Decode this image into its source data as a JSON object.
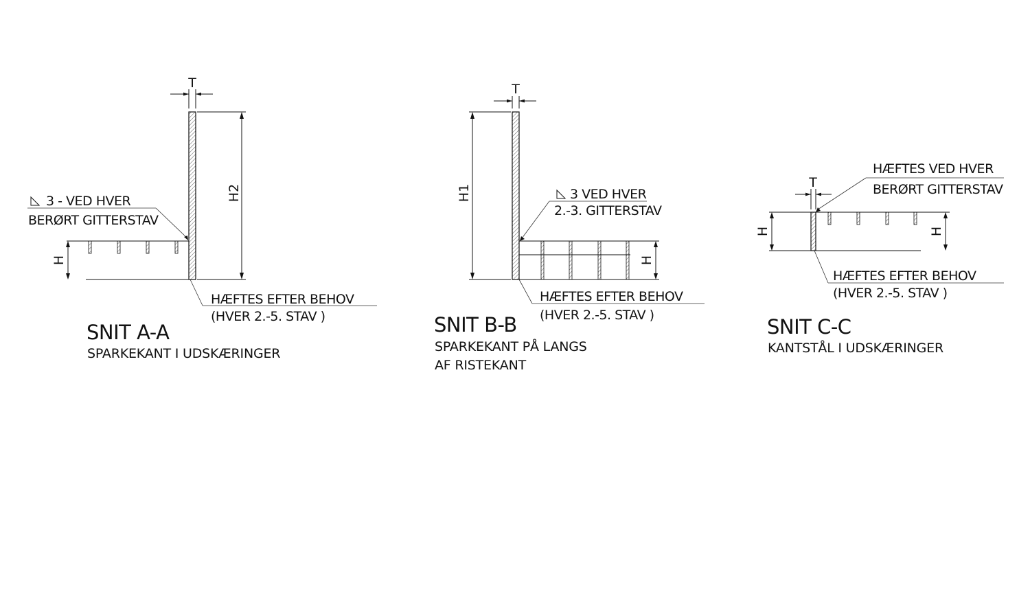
{
  "sections": {
    "a": {
      "title": "SNIT A-A",
      "subtitle": "SPARKEKANT I UDSKÆRINGER",
      "weld_note_line1": "3 - VED HVER",
      "weld_note_line2": "BERØRT  GITTERSTAV",
      "tack_note_line1": "HÆFTES EFTER BEHOV",
      "tack_note_line2": "(HVER 2.-5. STAV )",
      "dim_thickness": "T",
      "dim_height_plate": "H2",
      "dim_height_grating": "H"
    },
    "b": {
      "title": "SNIT B-B",
      "subtitle_line1": "SPARKEKANT PÅ LANGS",
      "subtitle_line2": "AF RISTEKANT",
      "weld_note_line1": "3  VED HVER",
      "weld_note_line2": "2.-3. GITTERSTAV",
      "tack_note_line1": "HÆFTES EFTER BEHOV",
      "tack_note_line2": "(HVER 2.-5. STAV )",
      "dim_thickness": "T",
      "dim_height_plate": "H1",
      "dim_height_grating": "H"
    },
    "c": {
      "title": "SNIT C-C",
      "subtitle": "KANTSTÅL I UDSKÆRINGER",
      "weld_note_line1": "HÆFTES VED HVER",
      "weld_note_line2": "BERØRT GITTERSTAV",
      "tack_note_line1": "HÆFTES EFTER BEHOV",
      "tack_note_line2": "(HVER 2.-5. STAV    )",
      "dim_thickness": "T",
      "dim_height_left": "H",
      "dim_height_right": "H"
    }
  },
  "colors": {
    "line": "#111111",
    "background": "#ffffff"
  }
}
